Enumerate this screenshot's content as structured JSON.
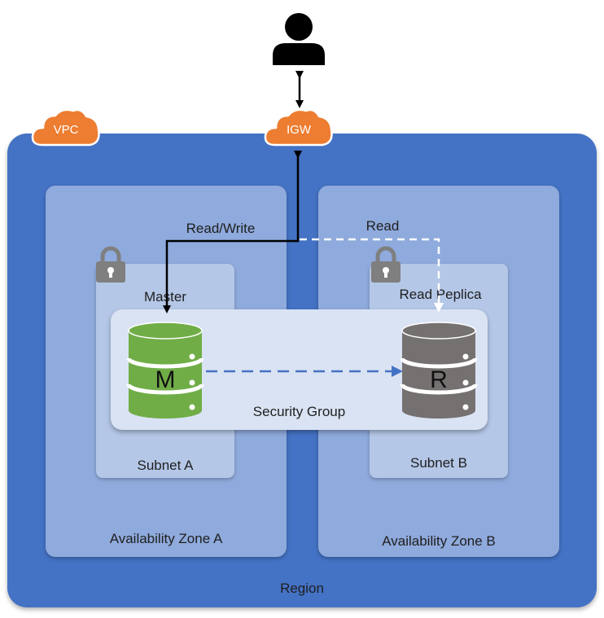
{
  "labels": {
    "vpc": "VPC",
    "igw": "IGW",
    "region": "Region",
    "az_a": "Availability Zone  A",
    "az_b": "Availability Zone  B",
    "subnet_a": "Subnet A",
    "subnet_b": "Subnet B",
    "master": "Master",
    "read_replica": "Read Peplica",
    "security_group": "Security Group",
    "read_write": "Read/Write",
    "read": "Read",
    "db_master_letter": "M",
    "db_replica_letter": "R"
  },
  "colors": {
    "region": "#4472c4",
    "availability_zone": "#8faadc",
    "subnet": "#b4c7e7",
    "security_group": "#dae3f3",
    "cloud_badge": "#ed7d31",
    "db_master": "#70ad47",
    "db_replica": "#767171",
    "replication_arrow": "#4472c4",
    "lock": "#7f7f7f"
  },
  "icons": {
    "user": "user-icon",
    "vpc": "cloud-icon",
    "igw": "cloud-icon",
    "subnet_lock": "lock-icon",
    "database": "database-icon"
  }
}
